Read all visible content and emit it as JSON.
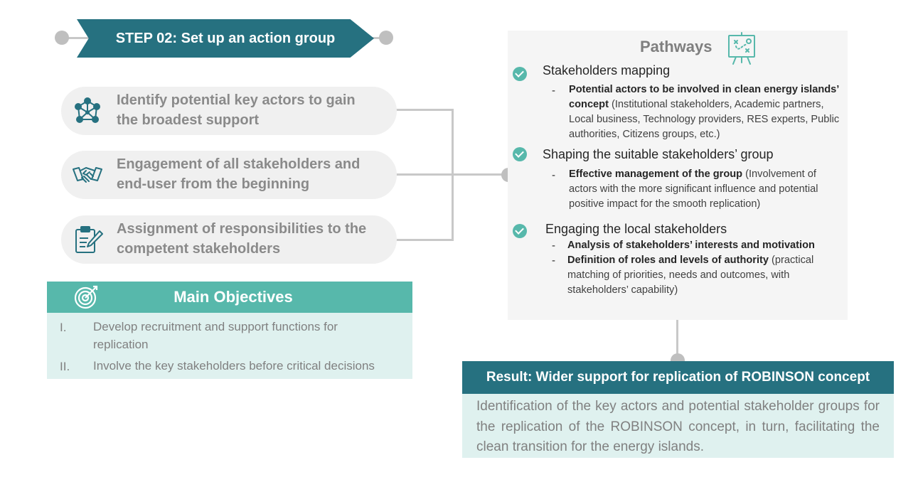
{
  "step": {
    "title": "STEP 02: Set up an action group"
  },
  "actions": [
    {
      "line1": "Identify potential key actors to gain",
      "line2": "the broadest support",
      "icon": "network-people-icon"
    },
    {
      "line1": "Engagement of all stakeholders and",
      "line2": "end-user from the beginning",
      "icon": "handshake-icon"
    },
    {
      "line1": "Assignment of responsibilities to the",
      "line2": "competent stakeholders",
      "icon": "clipboard-pen-icon"
    }
  ],
  "objectives": {
    "title": "Main Objectives",
    "icon": "target-icon",
    "items": [
      {
        "num": "I.",
        "line1": "Develop recruitment and support functions for",
        "line2": "replication"
      },
      {
        "num": "II.",
        "line1": "Involve the key stakeholders before critical decisions"
      }
    ]
  },
  "pathways": {
    "title": "Pathways",
    "icon": "strategy-board-icon",
    "sections": [
      {
        "heading": "Stakeholders mapping",
        "items": [
          {
            "bold": "Potential actors to be involved in clean energy islands’ concept",
            "rest": " (Institutional stakeholders, Academic partners, Local business, Technology providers, RES experts, Public authorities, Citizens groups, etc.)"
          }
        ]
      },
      {
        "heading": "Shaping the suitable stakeholders’ group",
        "items": [
          {
            "bold": "Effective management of the group",
            "rest": " (Involvement of actors with the more significant influence and potential positive impact for the smooth replication)"
          }
        ]
      },
      {
        "heading": "Engaging the local stakeholders",
        "items": [
          {
            "bold": "Analysis of stakeholders’ interests and motivation",
            "rest": ""
          },
          {
            "bold": "Definition of roles and levels of authority",
            "rest": "  (practical matching of priorities, needs and outcomes, with stakeholders’ capability)"
          }
        ]
      }
    ]
  },
  "result": {
    "title": "Result: Wider support for replication of ROBINSON concept",
    "text": "Identification of the key actors and potential stakeholder groups for the replication of the ROBINSON concept, in turn, facilitating the clean transition for the energy islands."
  },
  "colors": {
    "teal_dark": "#267180",
    "teal_light": "#57b8ab",
    "mint_bg": "#dff1ef",
    "pill_bg": "#f0f0f0"
  }
}
